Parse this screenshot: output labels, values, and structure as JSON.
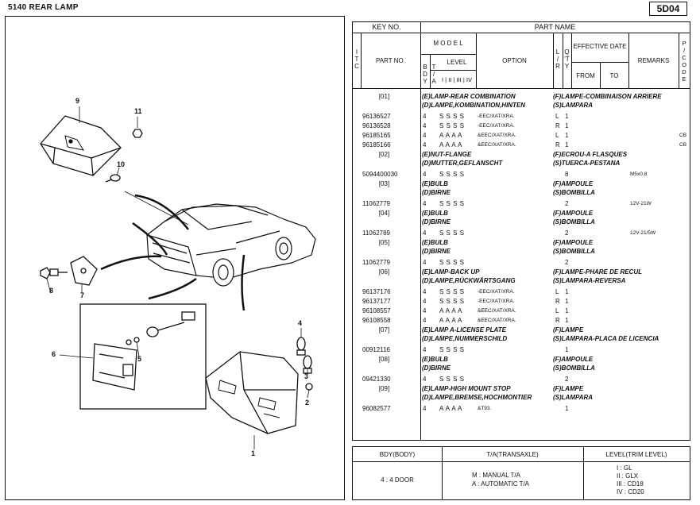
{
  "header": {
    "title": "5140   REAR LAMP",
    "page_code": "5D04"
  },
  "callouts": [
    "1",
    "2",
    "3",
    "4",
    "5",
    "6",
    "7",
    "8",
    "9",
    "10",
    "11"
  ],
  "columns": {
    "key_no": "KEY NO.",
    "part_name": "PART NAME",
    "itc": [
      "I",
      "T",
      "C"
    ],
    "part_no": "PART NO.",
    "model": "M O D E L",
    "bdy": [
      "B",
      "D",
      "Y"
    ],
    "ta": [
      "T",
      "/",
      "A"
    ],
    "level": "LEVEL",
    "levels": [
      "I",
      "II",
      "III",
      "IV"
    ],
    "option": "OPTION",
    "lr": [
      "L",
      "/",
      "R"
    ],
    "qty": [
      "Q",
      "'T",
      "Y"
    ],
    "effective_date": "EFFECTIVE DATE",
    "from": "FROM",
    "to": "TO",
    "remarks": "REMARKS",
    "pcode": [
      "P",
      "/",
      "C",
      "O",
      "D",
      "E"
    ]
  },
  "rows": [
    {
      "key": "[01]",
      "e": "(E)LAMP-REAR COMBINATION",
      "f": "(F)LAMPE-COMBINAISON ARRIERE",
      "d": "(D)LAMPE,KOMBINATION,HINTEN",
      "s": "(S)LAMPARA"
    },
    {
      "part": "96136527",
      "b": "4",
      "lv": "S S S S",
      "opt": "-EEC/XAT/XRA.",
      "lr": "L",
      "q": "1",
      "rm": ""
    },
    {
      "part": "96136528",
      "b": "4",
      "lv": "S S S S",
      "opt": "-EEC/XAT/XRA.",
      "lr": "R",
      "q": "1",
      "rm": ""
    },
    {
      "part": "96185165",
      "b": "4",
      "lv": "A A A A",
      "opt": "&EEC/XAT/XRA.",
      "lr": "L",
      "q": "1",
      "rm": "",
      "pc": "CB"
    },
    {
      "part": "96185166",
      "b": "4",
      "lv": "A A A A",
      "opt": "&EEC/XAT/XRA.",
      "lr": "R",
      "q": "1",
      "rm": "",
      "pc": "CB"
    },
    {
      "key": "[02]",
      "e": "(E)NUT-FLANGE",
      "f": "(F)ECROU-A FLASQUES",
      "d": "(D)MUTTER,GEFLANSCHT",
      "s": "(S)TUERCA-PESTANA"
    },
    {
      "part": "5094400030",
      "b": "4",
      "lv": "S S S S",
      "opt": "",
      "lr": "",
      "q": "8",
      "rm": "M5x0.8"
    },
    {
      "key": "[03]",
      "e": "(E)BULB",
      "f": "(F)AMPOULE",
      "d": "(D)BIRNE",
      "s": "(S)BOMBILLA"
    },
    {
      "part": "11062779",
      "b": "4",
      "lv": "S S S S",
      "opt": "",
      "lr": "",
      "q": "2",
      "rm": "12V-21W"
    },
    {
      "key": "[04]",
      "e": "(E)BULB",
      "f": "(F)AMPOULE",
      "d": "(D)BIRNE",
      "s": "(S)BOMBILLA"
    },
    {
      "part": "11062789",
      "b": "4",
      "lv": "S S S S",
      "opt": "",
      "lr": "",
      "q": "2",
      "rm": "12V-21/5W"
    },
    {
      "key": "[05]",
      "e": "(E)BULB",
      "f": "(F)AMPOULE",
      "d": "(D)BIRNE",
      "s": "(S)BOMBILLA"
    },
    {
      "part": "11062779",
      "b": "4",
      "lv": "S S S S",
      "opt": "",
      "lr": "",
      "q": "2",
      "rm": ""
    },
    {
      "key": "[06]",
      "e": "(E)LAMP-BACK UP",
      "f": "(F)LAMPE-PHARE DE RECUL",
      "d": "(D)LAMPE,RÜCKWÄRTSGANG",
      "s": "(S)LAMPARA-REVERSA"
    },
    {
      "part": "96137176",
      "b": "4",
      "lv": "S S S S",
      "opt": "-EEC/XAT/XRA.",
      "lr": "L",
      "q": "1",
      "rm": ""
    },
    {
      "part": "96137177",
      "b": "4",
      "lv": "S S S S",
      "opt": "-EEC/XAT/XRA.",
      "lr": "R",
      "q": "1",
      "rm": ""
    },
    {
      "part": "96108557",
      "b": "4",
      "lv": "A A A A",
      "opt": "&EEC/XAT/XRA.",
      "lr": "L",
      "q": "1",
      "rm": ""
    },
    {
      "part": "96108558",
      "b": "4",
      "lv": "A A A A",
      "opt": "&EEC/XAT/XRA.",
      "lr": "R",
      "q": "1",
      "rm": ""
    },
    {
      "key": "[07]",
      "e": "(E)LAMP A-LICENSE PLATE",
      "f": "(F)LAMPE",
      "d": "(D)LAMPE,NUMMERSCHILD",
      "s": "(S)LAMPARA-PLACA DE LICENCIA"
    },
    {
      "part": "00912116",
      "b": "4",
      "lv": "S S S S",
      "opt": "",
      "lr": "",
      "q": "1",
      "rm": ""
    },
    {
      "key": "[08]",
      "e": "(E)BULB",
      "f": "(F)AMPOULE",
      "d": "(D)BIRNE",
      "s": "(S)BOMBILLA"
    },
    {
      "part": "09421330",
      "b": "4",
      "lv": "S S S S",
      "opt": "",
      "lr": "",
      "q": "2",
      "rm": ""
    },
    {
      "key": "[09]",
      "e": "(E)LAMP-HIGH MOUNT STOP",
      "f": "(F)LAMPE",
      "d": "(D)LAMPE,BREMSE,HOCHMONTIER",
      "s": "(S)LAMPARA"
    },
    {
      "part": "96082577",
      "b": "4",
      "lv": "A A A A",
      "opt": "&T93.",
      "lr": "",
      "q": "1",
      "rm": ""
    }
  ],
  "legend": {
    "bdy_head": "BDY(BODY)",
    "ta_head": "T/A(TRANSAXLE)",
    "level_head": "LEVEL(TRIM LEVEL)",
    "bdy": "4 : 4 DOOR",
    "ta": [
      "M : MANUAL T/A",
      "A : AUTOMATIC  T/A"
    ],
    "levels": [
      "I  : GL",
      "II  : GLX",
      "III  : CD18",
      "IV  : CD20"
    ]
  }
}
